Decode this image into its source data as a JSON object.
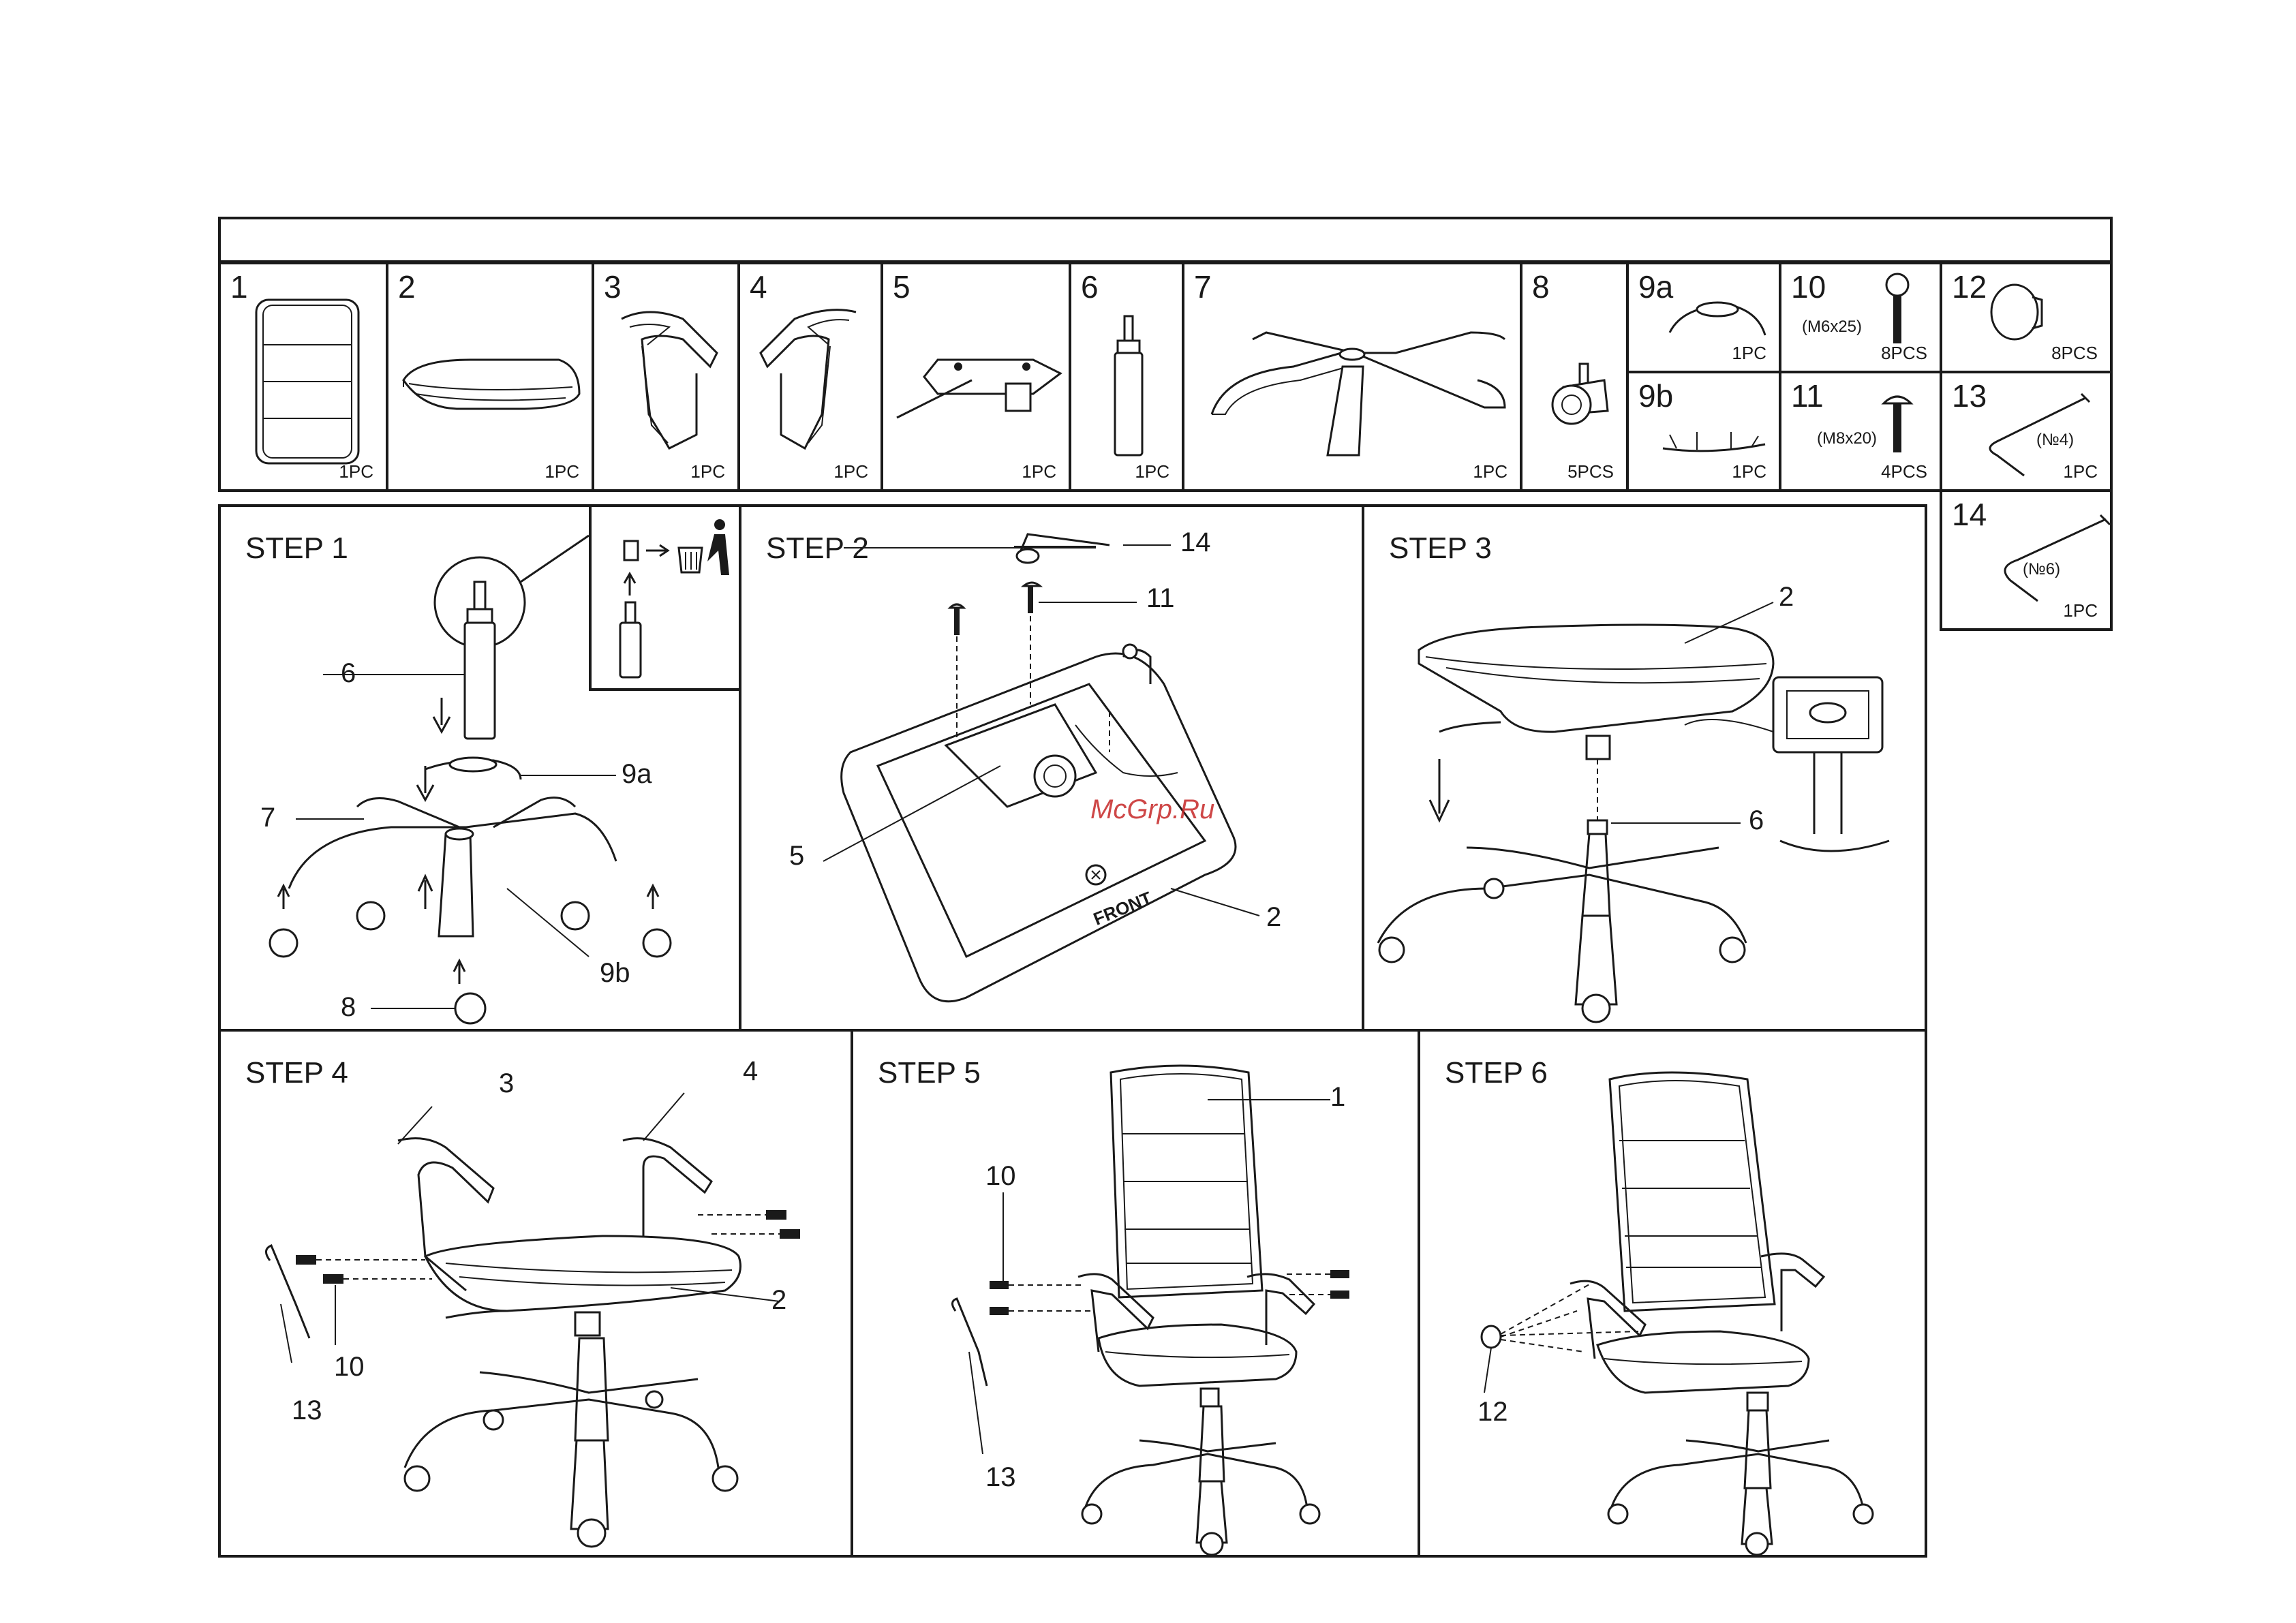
{
  "parts": [
    {
      "num": "1",
      "qty": "1PC"
    },
    {
      "num": "2",
      "qty": "1PC"
    },
    {
      "num": "3",
      "qty": "1PC"
    },
    {
      "num": "4",
      "qty": "1PC"
    },
    {
      "num": "5",
      "qty": "1PC"
    },
    {
      "num": "6",
      "qty": "1PC"
    },
    {
      "num": "7",
      "qty": "1PC"
    },
    {
      "num": "8",
      "qty": "5PCS"
    },
    {
      "num": "9a",
      "qty": "1PC"
    },
    {
      "num": "9b",
      "qty": "1PC"
    },
    {
      "num": "10",
      "qty": "8PCS",
      "spec": "(M6x25)"
    },
    {
      "num": "11",
      "qty": "4PCS",
      "spec": "(M8x20)"
    },
    {
      "num": "12",
      "qty": "8PCS"
    },
    {
      "num": "13",
      "qty": "1PC",
      "spec": "(№4)"
    },
    {
      "num": "14",
      "qty": "1PC",
      "spec": "(№6)"
    }
  ],
  "steps": [
    {
      "title": "STEP 1",
      "callouts": [
        "6",
        "9a",
        "7",
        "9b",
        "8"
      ]
    },
    {
      "title": "STEP 2",
      "callouts": [
        "14",
        "11",
        "5",
        "2"
      ],
      "front_label": "FRONT"
    },
    {
      "title": "STEP 3",
      "callouts": [
        "2",
        "6"
      ]
    },
    {
      "title": "STEP 4",
      "callouts": [
        "3",
        "4",
        "2",
        "10",
        "13"
      ]
    },
    {
      "title": "STEP 5",
      "callouts": [
        "1",
        "10",
        "13"
      ]
    },
    {
      "title": "STEP 6",
      "callouts": [
        "12"
      ]
    }
  ],
  "watermark": "McGrp.Ru"
}
